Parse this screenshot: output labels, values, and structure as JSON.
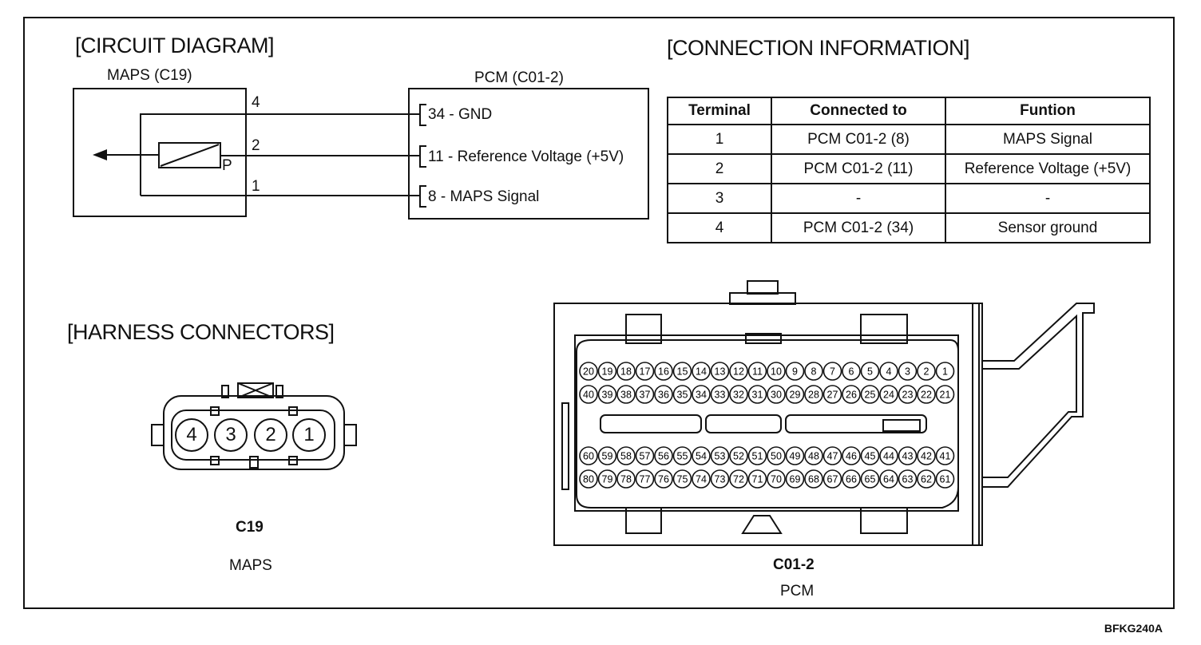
{
  "circuit": {
    "title": "[CIRCUIT DIAGRAM]",
    "maps_label": "MAPS (C19)",
    "pcm_label": "PCM (C01-2)",
    "sensor_symbol": "P",
    "pins": [
      "4",
      "2",
      "1"
    ],
    "pcm_pins": [
      "34 - GND",
      "11 - Reference Voltage (+5V)",
      "8 - MAPS Signal"
    ]
  },
  "connection": {
    "title": "[CONNECTION INFORMATION]",
    "headers": [
      "Terminal",
      "Connected to",
      "Funtion"
    ],
    "rows": [
      [
        "1",
        "PCM C01-2 (8)",
        "MAPS Signal"
      ],
      [
        "2",
        "PCM C01-2 (11)",
        "Reference Voltage (+5V)"
      ],
      [
        "3",
        "-",
        "-"
      ],
      [
        "4",
        "PCM C01-2 (34)",
        "Sensor ground"
      ]
    ]
  },
  "harness": {
    "title": "[HARNESS CONNECTORS]",
    "c19": {
      "pins": [
        "4",
        "3",
        "2",
        "1"
      ],
      "code": "C19",
      "name": "MAPS"
    },
    "pcm": {
      "code": "C01-2",
      "name": "PCM",
      "row1": [
        "20",
        "19",
        "18",
        "17",
        "16",
        "15",
        "14",
        "13",
        "12",
        "11",
        "10",
        "9",
        "8",
        "7",
        "6",
        "5",
        "4",
        "3",
        "2",
        "1"
      ],
      "row2": [
        "40",
        "39",
        "38",
        "37",
        "36",
        "35",
        "34",
        "33",
        "32",
        "31",
        "30",
        "29",
        "28",
        "27",
        "26",
        "25",
        "24",
        "23",
        "22",
        "21"
      ],
      "row3": [
        "60",
        "59",
        "58",
        "57",
        "56",
        "55",
        "54",
        "53",
        "52",
        "51",
        "50",
        "49",
        "48",
        "47",
        "46",
        "45",
        "44",
        "43",
        "42",
        "41"
      ],
      "row4": [
        "80",
        "79",
        "78",
        "77",
        "76",
        "75",
        "74",
        "73",
        "72",
        "71",
        "70",
        "69",
        "68",
        "67",
        "66",
        "65",
        "64",
        "63",
        "62",
        "61"
      ]
    }
  },
  "footer": {
    "code": "BFKG240A"
  }
}
